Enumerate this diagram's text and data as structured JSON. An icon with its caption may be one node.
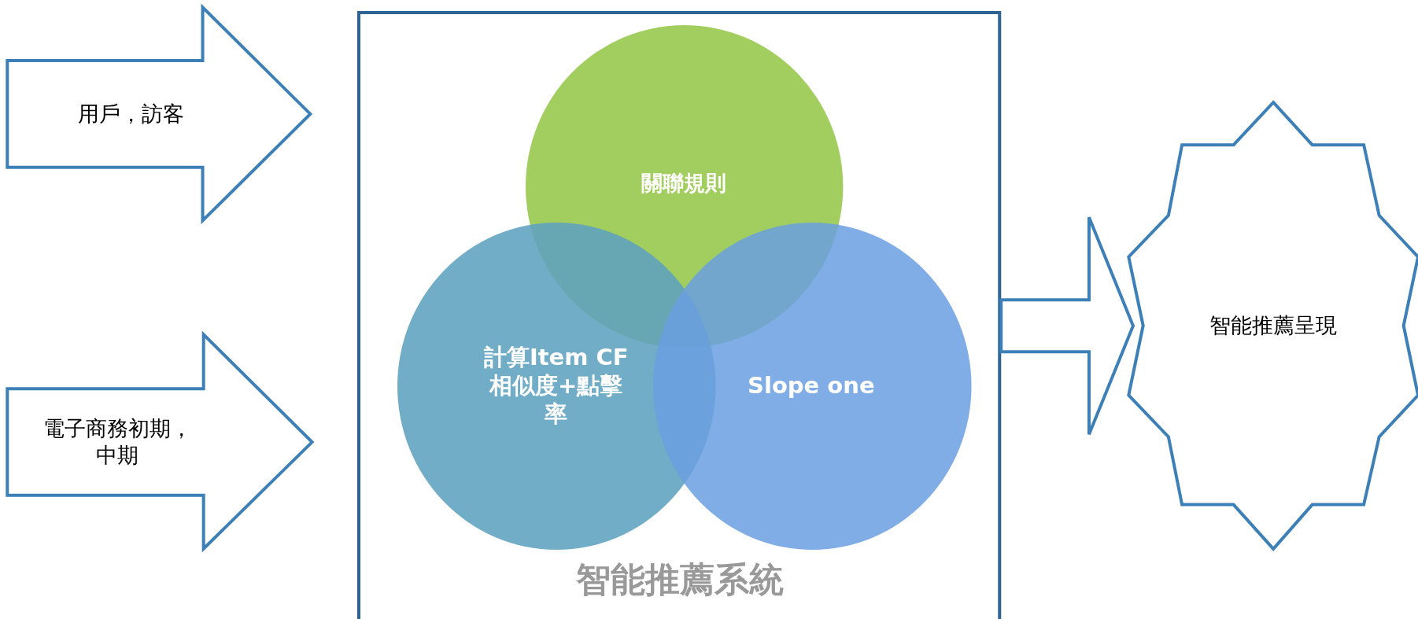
{
  "diagram": {
    "nodes": [
      {
        "text": [
          "用戶，訪客"
        ]
      },
      {
        "text": [
          "電子商務初期，中期"
        ]
      },
      {
        "text": [
          "智能推薦系統"
        ]
      },
      {
        "text": [
          "關聯規則"
        ],
        "in": 2
      },
      {
        "text": [
          "計算Item CF相似度+點擊率"
        ],
        "in": 2
      },
      {
        "text": [
          "Slope one"
        ],
        "in": 2
      },
      {
        "text": [
          "智能推薦呈現"
        ]
      }
    ],
    "edges": [
      {
        "from": 2,
        "to": 6,
        "arrow": "to"
      }
    ]
  }
}
